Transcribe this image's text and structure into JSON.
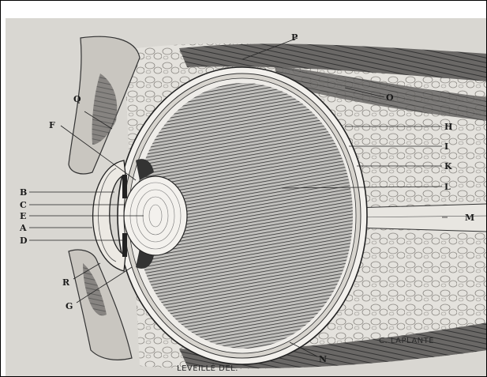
{
  "labels": {
    "P": "P",
    "O": "O",
    "Q": "Q",
    "F": "F",
    "H": "H",
    "I": "I",
    "K": "K",
    "L": "L",
    "M": "M",
    "B": "B",
    "C": "C",
    "E": "E",
    "A": "A",
    "D": "D",
    "R": "R",
    "G": "G",
    "N": "N"
  },
  "signatures": {
    "left": "LEVEILLÉ DEL.",
    "right": "C. LAPLANTE"
  }
}
